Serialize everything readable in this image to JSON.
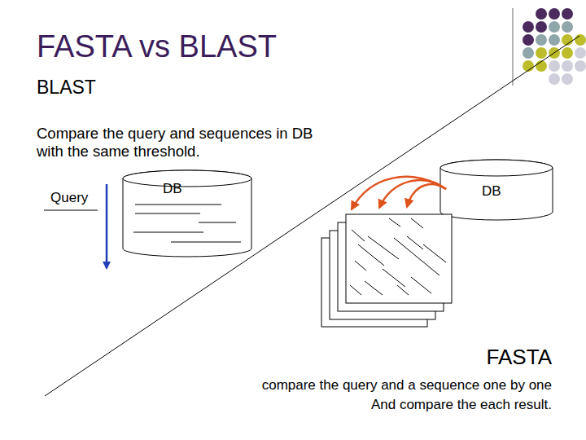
{
  "diagram": {
    "title": "FASTA vs BLAST",
    "nodes": [
      {
        "text": [
          "DB"
        ]
      },
      {
        "text": [
          "DB"
        ]
      }
    ],
    "labels": [
      "BLAST",
      "Compare the query and sequences in DB with the same threshold.",
      "Query",
      "FASTA",
      "compare the query and a sequence one by one And compare the each result."
    ]
  }
}
